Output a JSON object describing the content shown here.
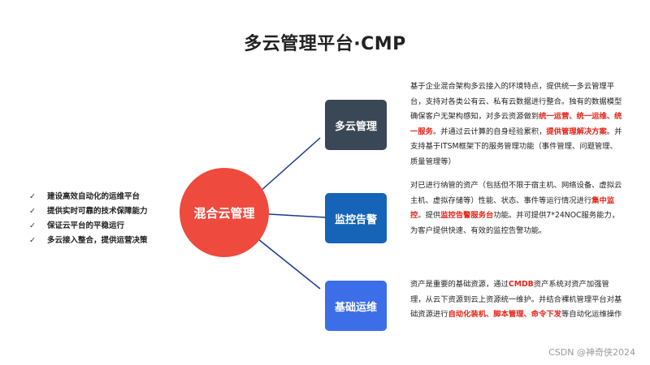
{
  "title": "多云管理平台·CMP",
  "hub": {
    "label": "混合云管理"
  },
  "benefits": [
    "建设高效自动化的运维平台",
    "提供实时可靠的技术保障能力",
    "保证云平台的平稳运行",
    "多云接入整合，提供运营决策"
  ],
  "check_icon": "checkmark-icon",
  "nodes": [
    {
      "label": "多云管理",
      "color": "#3a4756",
      "description": [
        {
          "text": "基于企业混合架构多云接入的环境特点，提供统一多云管理平台，支持对各类公有云、私有云数据进行整合。独有的数据模型确保客户无架构感知，对多云资源做到"
        },
        {
          "text": "统一运营、统一运维、统一服务",
          "highlight": true
        },
        {
          "text": "。并通过云计算的自身经验累积，"
        },
        {
          "text": "提供管理解决方案",
          "highlight": true
        },
        {
          "text": "。并支持基于ITSM框架下的服务管理功能（事件管理、问题管理、质量管理等）"
        }
      ]
    },
    {
      "label": "监控告警",
      "color": "#1564b8",
      "description": [
        {
          "text": "对已进行纳管的资产（包括但不限于宿主机、网络设备、虚拟云主机、虚拟存储等）性能、状态、事件等运行情况进行"
        },
        {
          "text": "集中监控",
          "highlight": true
        },
        {
          "text": "。提供"
        },
        {
          "text": "监控告警服务台",
          "highlight": true
        },
        {
          "text": "功能。并可提供7*24NOC服务能力，为客户提供快速、有效的监控告警功能。"
        }
      ]
    },
    {
      "label": "基础运维",
      "color": "#3c6ee8",
      "description": [
        {
          "text": "资产是重要的基础资源，通过"
        },
        {
          "text": "CMDB",
          "highlight": true
        },
        {
          "text": "资产系统对资产加强管理，从云下资源到云上资源统一维护。并结合裸机管理平台对基础资源进行"
        },
        {
          "text": "自动化装机、脚本管理、命令下发",
          "highlight": true
        },
        {
          "text": "等自动化运维操作"
        }
      ]
    }
  ],
  "colors": {
    "hub": "#ee4a3d",
    "connector": "#1e3a8a",
    "highlight": "#e3261b"
  },
  "watermark": "CSDN @神奇侠2024"
}
